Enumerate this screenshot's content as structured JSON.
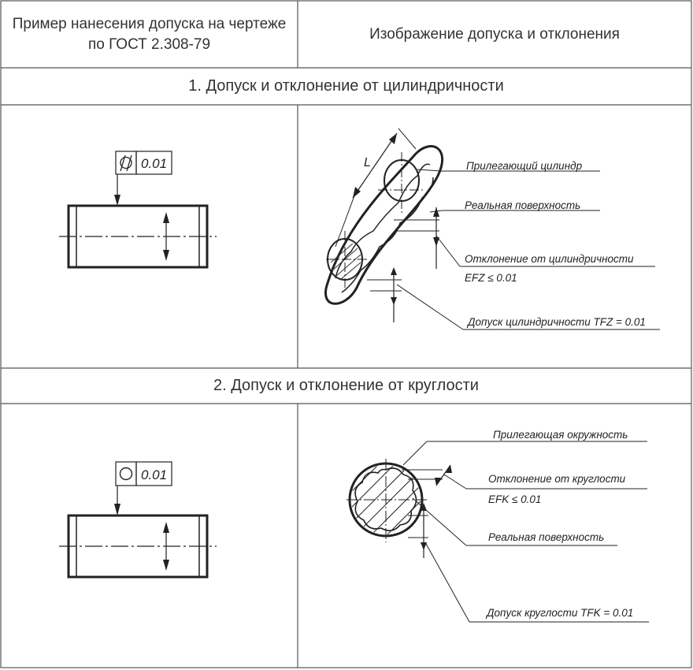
{
  "header": {
    "left": "Пример нанесения допуска на чертеже\nпо ГОСТ 2.308-79",
    "right": "Изображение допуска и отклонения"
  },
  "sections": [
    {
      "title": "1. Допуск и отклонение от цилиндричности",
      "drawing": {
        "symbol": "⌭",
        "value": "0.01"
      },
      "labels": {
        "adjacent": "Прилегающий цилиндр",
        "real": "Реальная поверхность",
        "deviation": "Отклонение от цилиндричности",
        "deviation_value": "EFZ ≤ 0.01",
        "tolerance": "Допуск цилиндричности TFZ = 0.01",
        "length": "L"
      }
    },
    {
      "title": "2. Допуск и отклонение от круглости",
      "drawing": {
        "symbol": "○",
        "value": "0.01"
      },
      "labels": {
        "adjacent": "Прилегающая окружность",
        "deviation": "Отклонение от круглости",
        "deviation_value": "EFK ≤ 0.01",
        "real": "Реальная поверхность",
        "tolerance": "Допуск круглости TFK = 0.01"
      }
    }
  ]
}
